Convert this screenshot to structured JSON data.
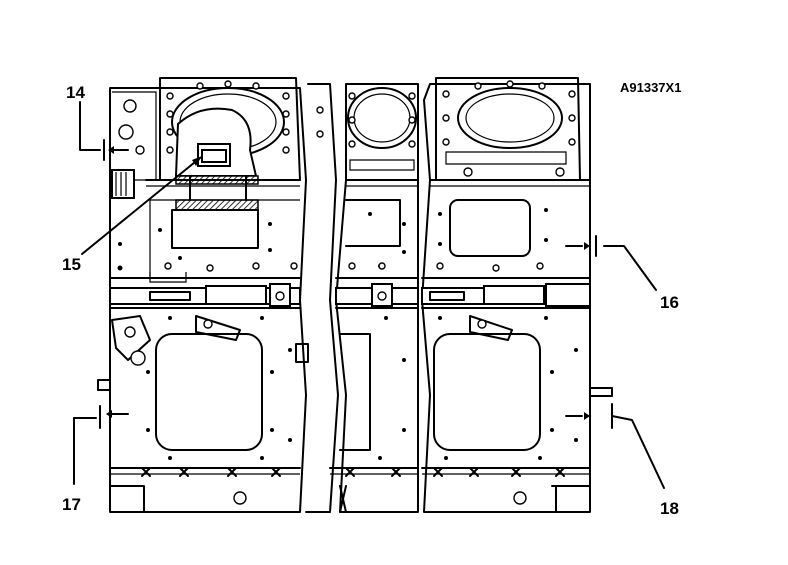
{
  "figure_id": "A91337X1",
  "callouts": {
    "c14": "14",
    "c15": "15",
    "c16": "16",
    "c17": "17",
    "c18": "18"
  }
}
